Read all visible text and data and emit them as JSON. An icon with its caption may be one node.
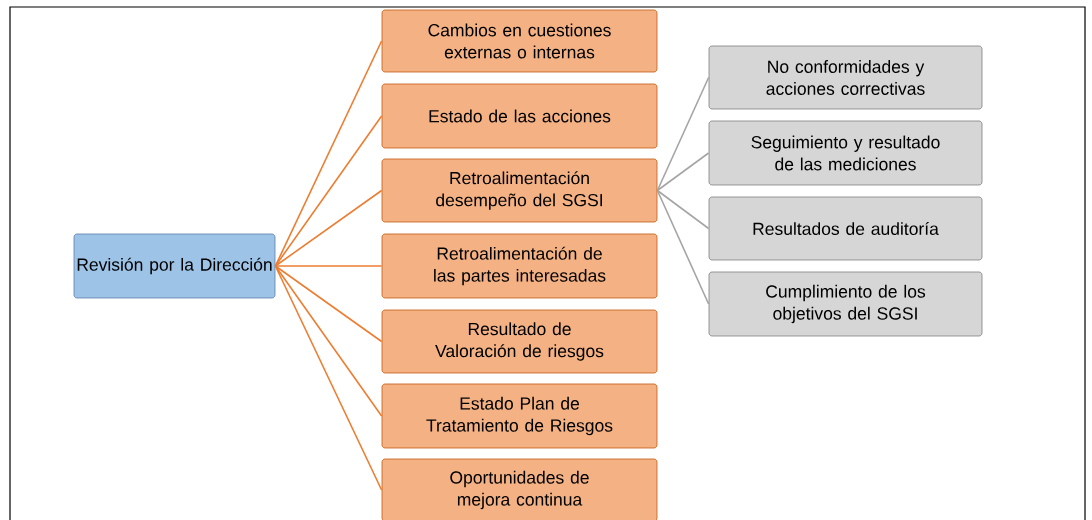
{
  "diagram": {
    "nodes": [
      {
        "text": [
          "Revisión por la Dirección"
        ]
      },
      {
        "text": [
          "Cambios en cuestiones externas o internas"
        ]
      },
      {
        "text": [
          "Estado de las acciones"
        ]
      },
      {
        "text": [
          "Retroalimentación desempeño del SGSI"
        ]
      },
      {
        "text": [
          "Retroalimentación de las partes interesadas"
        ]
      },
      {
        "text": [
          "Resultado de Valoración de riesgos"
        ]
      },
      {
        "text": [
          "Estado Plan de Tratamiento de Riesgos"
        ]
      },
      {
        "text": [
          "Oportunidades de mejora continua"
        ]
      },
      {
        "text": [
          "No conformidades y acciones correctivas"
        ]
      },
      {
        "text": [
          "Seguimiento y resultado de las mediciones"
        ]
      },
      {
        "text": [
          "Resultados de auditoría"
        ]
      },
      {
        "text": [
          "Cumplimiento de los objetivos del SGSI"
        ]
      }
    ],
    "edges": [
      {
        "from": 0,
        "to": 1,
        "arrow": "none"
      },
      {
        "from": 0,
        "to": 2,
        "arrow": "none"
      },
      {
        "from": 0,
        "to": 3,
        "arrow": "none"
      },
      {
        "from": 0,
        "to": 4,
        "arrow": "none"
      },
      {
        "from": 0,
        "to": 5,
        "arrow": "none"
      },
      {
        "from": 0,
        "to": 6,
        "arrow": "none"
      },
      {
        "from": 0,
        "to": 7,
        "arrow": "none"
      },
      {
        "from": 3,
        "to": 8,
        "arrow": "none",
        "color": "#a5a5a5"
      },
      {
        "from": 3,
        "to": 9,
        "arrow": "none",
        "color": "#a5a5a5"
      },
      {
        "from": 3,
        "to": 10,
        "arrow": "none",
        "color": "#a5a5a5"
      },
      {
        "from": 3,
        "to": 11,
        "arrow": "none",
        "color": "#a5a5a5"
      }
    ]
  }
}
